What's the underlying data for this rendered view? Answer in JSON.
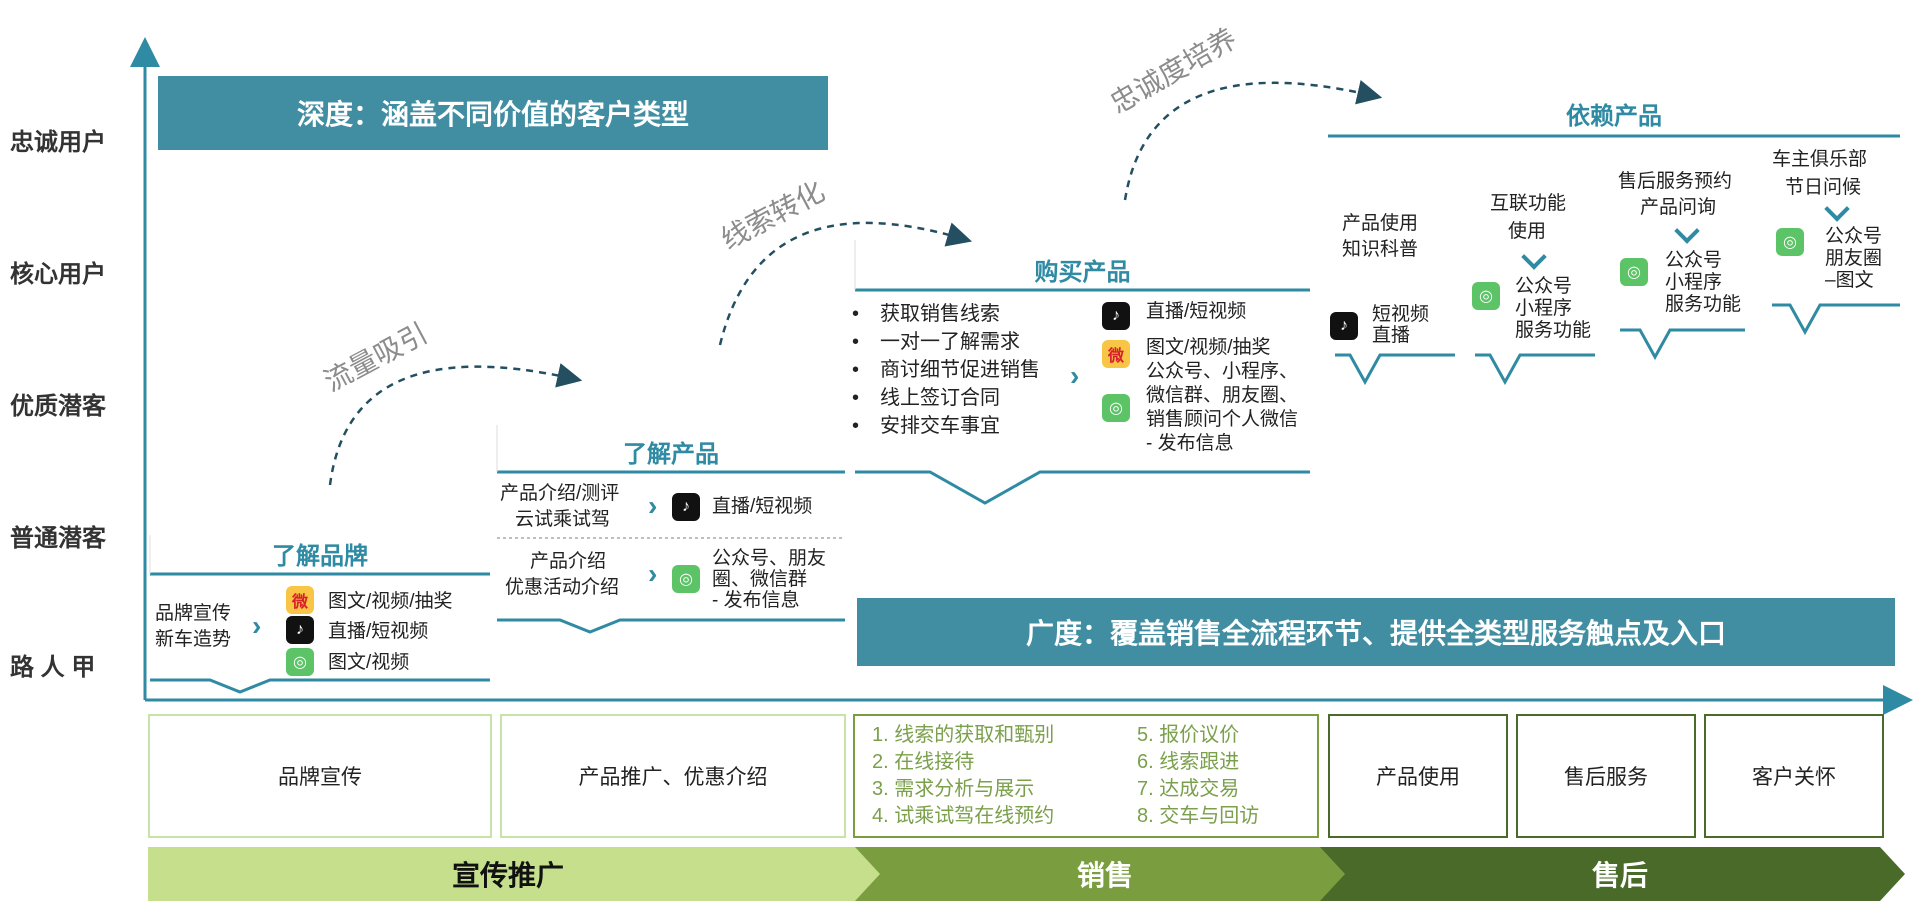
{
  "y_levels": [
    "忠诚用户",
    "核心用户",
    "优质潜客",
    "普通潜客",
    "路 人 甲"
  ],
  "banners": {
    "depth": "深度：涵盖不同价值的客户类型",
    "breadth": "广度：覆盖销售全流程环节、提供全类型服务触点及入口"
  },
  "arrows": [
    "流量吸引",
    "线索转化",
    "忠诚度培养"
  ],
  "brand": {
    "title": "了解品牌",
    "left_lines": [
      "品牌宣传",
      "新车造势"
    ],
    "channels": [
      "图文/视频/抽奖",
      "直播/短视频",
      "图文/视频"
    ]
  },
  "product": {
    "title": "了解产品",
    "row1_left": [
      "产品介绍/测评",
      "云试乘试驾"
    ],
    "row1_channel": "直播/短视频",
    "row2_left": [
      "产品介绍",
      "优惠活动介绍"
    ],
    "row2_channel": [
      "公众号、朋友",
      "圈、微信群",
      "- 发布信息"
    ]
  },
  "buy": {
    "title": "购买产品",
    "bullets": [
      "获取销售线索",
      "一对一了解需求",
      "商讨细节促进销售",
      "线上签订合同",
      "安排交车事宜"
    ],
    "channel_top": "直播/短视频",
    "channel_lines": [
      "图文/视频/抽奖",
      "公众号、小程序、",
      "微信群、朋友圈、",
      "销售顾问个人微信",
      "- 发布信息"
    ]
  },
  "rely": {
    "title": "依赖产品",
    "cols": [
      {
        "top": [
          "产品使用",
          "知识科普"
        ],
        "bottom": [
          "短视频",
          "直播"
        ]
      },
      {
        "top": [
          "互联功能",
          "使用"
        ],
        "bottom": [
          "公众号",
          "小程序",
          "服务功能"
        ]
      },
      {
        "top": [
          "售后服务预约",
          "产品问询"
        ],
        "bottom": [
          "公众号",
          "小程序",
          "服务功能"
        ]
      },
      {
        "top": [
          "车主俱乐部",
          "节日问候"
        ],
        "bottom": [
          "公众号",
          "朋友圈",
          "–图文"
        ]
      }
    ]
  },
  "functions": {
    "brand_promo": "品牌宣传",
    "product_promo": "产品推广、优惠介绍",
    "sales_left": [
      "1.  线索的获取和甄别",
      "2.  在线接待",
      "3.  需求分析与展示",
      "4.  试乘试驾在线预约"
    ],
    "sales_right": [
      "5.  报价议价",
      "6.  线索跟进",
      "7.  达成交易",
      "8.  交车与回访"
    ],
    "after": [
      "产品使用",
      "售后服务",
      "客户关怀"
    ]
  },
  "stages": [
    "宣传推广",
    "销售",
    "售后"
  ],
  "colors": {
    "teal": "#418ea3",
    "green_light": "#c5df8c",
    "green_mid": "#7a9e3f",
    "green_dark": "#4a6a2a"
  },
  "icons": [
    "weibo-icon",
    "douyin-icon",
    "wechat-icon"
  ]
}
